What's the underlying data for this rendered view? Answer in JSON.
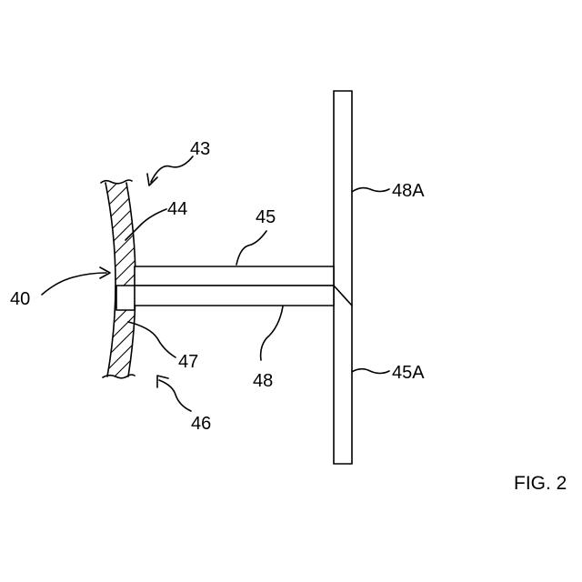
{
  "figure": {
    "label": "FIG. 2"
  },
  "references": {
    "r40": "40",
    "r43": "43",
    "r44": "44",
    "r45": "45",
    "r45a": "45A",
    "r46": "46",
    "r47": "47",
    "r48": "48",
    "r48a": "48A"
  }
}
